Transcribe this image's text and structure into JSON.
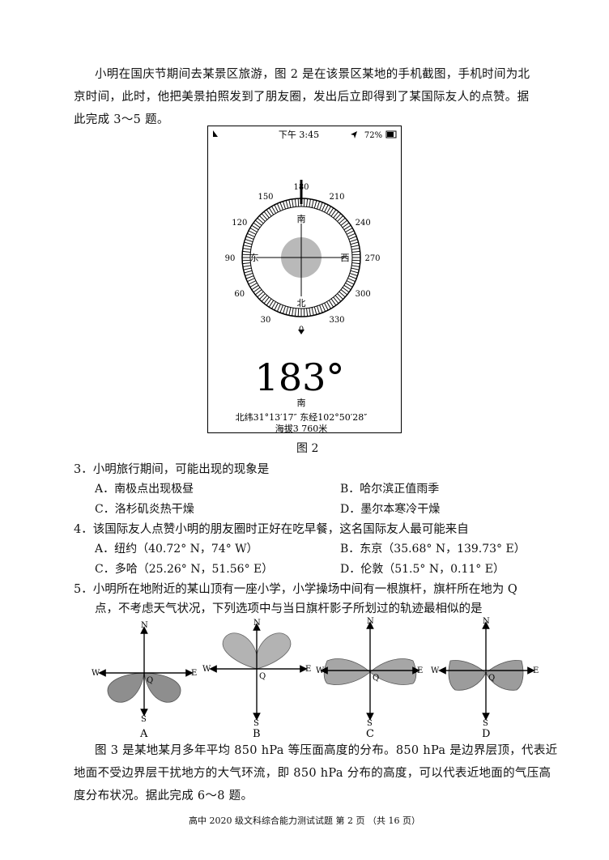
{
  "intro": {
    "line1": "小明在国庆节期间去某景区旅游，图 2 是在该景区某地的手机截图，手机时间为北",
    "line2": "京时间，此时，他把美景拍照发到了朋友圈，发出后立即得到了某国际友人的点赞。据",
    "line3": "此完成 3～5 题。"
  },
  "phone": {
    "time": "下午 3:45",
    "battery": "72%",
    "compass_labels": [
      "180",
      "210",
      "240",
      "270",
      "300",
      "330",
      "0",
      "30",
      "60",
      "90",
      "120",
      "150"
    ],
    "dir_south": "南",
    "dir_north": "北",
    "dir_east": "东",
    "dir_west": "西",
    "heading": "183°",
    "heading_dir": "南",
    "coords": "北纬31°13′17″ 东经102°50′28″",
    "altitude": "海拔3 760米"
  },
  "fig2_caption": "图 2",
  "q3": {
    "stem": "3．小明旅行期间，可能出现的现象是",
    "a": "A．南极点出现极昼",
    "b": "B．哈尔滨正值雨季",
    "c": "C．洛杉矶炎热干燥",
    "d": "D．墨尔本寒冷干燥"
  },
  "q4": {
    "stem": "4．该国际友人点赞小明的朋友圈时正好在吃早餐，这名国际友人最可能来自",
    "a": "A．纽约（40.72° N，74° W）",
    "b": "B．东京（35.68° N，139.73° E）",
    "c": "C．多哈（25.26° N，51.56° E）",
    "d": "D．伦敦（51.5° N，0.11° E）"
  },
  "q5": {
    "stem1": "5．小明所在地附近的某山顶有一座小学，小学操场中间有一根旗杆，旗杆所在地为 Q",
    "stem2": "点，不考虑天气状况，下列选项中与当日旗杆影子所划过的轨迹最相似的是"
  },
  "shadow_diagrams": {
    "N": "N",
    "S": "S",
    "E": "E",
    "W": "W",
    "Q": "Q",
    "labels": [
      "A",
      "B",
      "C",
      "D"
    ]
  },
  "fig3_intro": {
    "line1": "图 3 是某地某月多年平均 850 hPa 等压面高度的分布。850 hPa 是边界层顶，代表近",
    "line2": "地面不受边界层干扰地方的大气环流，即 850 hPa 分布的高度，可以代表近地面的气压高",
    "line3": "度分布状况。据此完成 6～8 题。"
  },
  "footer": "高中 2020 级文科综合能力测试试题 第 2 页 （共 16 页）"
}
